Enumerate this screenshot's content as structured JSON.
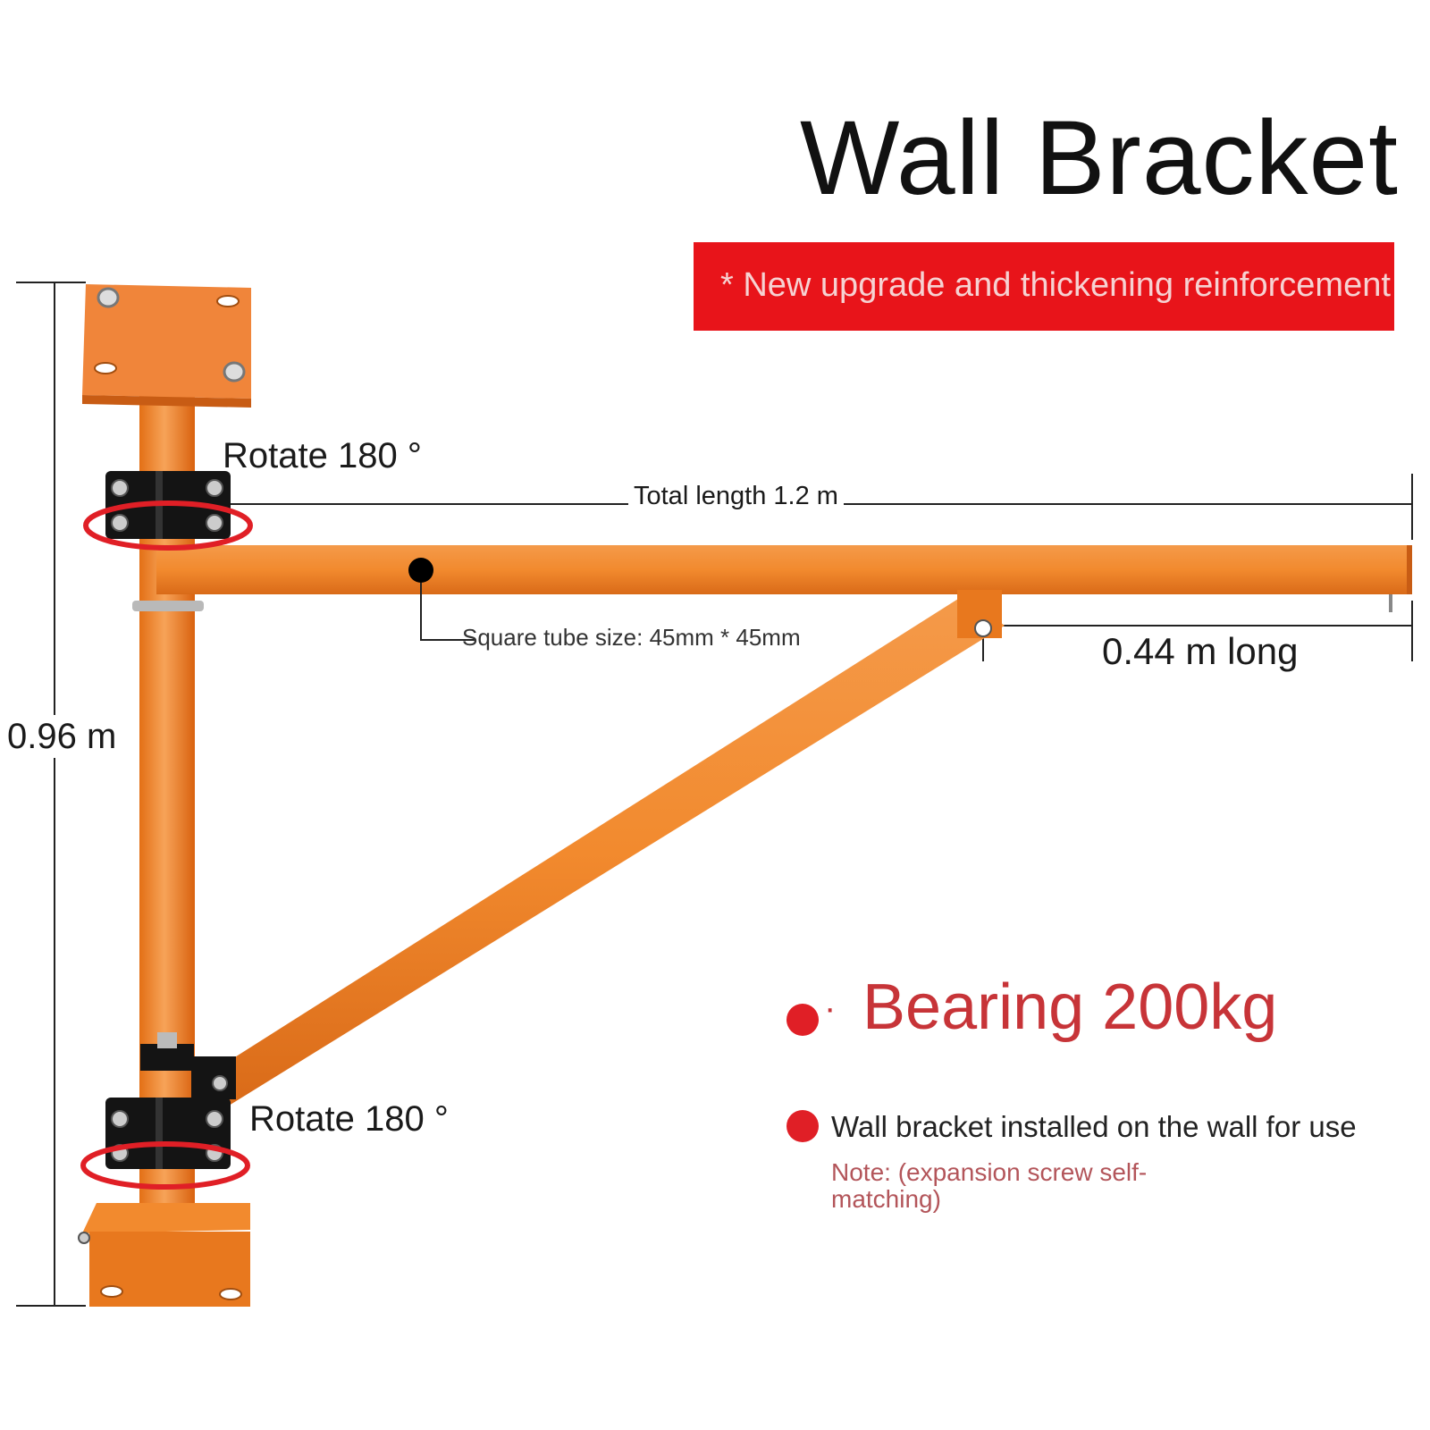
{
  "title": "Wall Bracket",
  "banner": {
    "text": "* New upgrade and thickening reinforcement"
  },
  "labels": {
    "rotate_top": "Rotate 180 °",
    "rotate_bottom": "Rotate 180 °",
    "total_length": "Total length 1.2 m",
    "square_tube": "Square tube size: 45mm * 45mm",
    "short_arm": "0.44 m long",
    "height": "0.96 m"
  },
  "features": {
    "bearing": "Bearing 200kg",
    "bearing_separator": "·",
    "install": "Wall bracket installed on the wall for use",
    "note": "Note: (expansion screw self-matching)"
  },
  "colors": {
    "bracket_orange": "#f28a2e",
    "clamp_black": "#141414",
    "banner_red": "#e8141a",
    "accent_red": "#e01f26",
    "bearing_text": "#c73438"
  }
}
